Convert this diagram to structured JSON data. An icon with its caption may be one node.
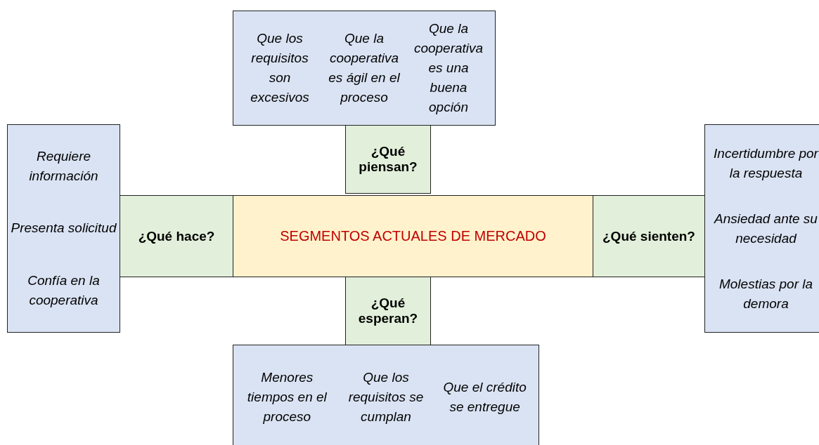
{
  "diagram": {
    "nodes": [
      {
        "text": [
          "Que los requisitos son excesivos",
          "Que la cooperativa es ágil en el proceso",
          "Que la cooperativa es una buena opción"
        ]
      },
      {
        "text": [
          "¿Qué piensan?"
        ]
      },
      {
        "text": [
          "Requiere información",
          "Presenta solicitud",
          "Confía en la cooperativa"
        ]
      },
      {
        "text": [
          "¿Qué hace?"
        ]
      },
      {
        "text": [
          "SEGMENTOS ACTUALES DE MERCADO"
        ]
      },
      {
        "text": [
          "¿Qué sienten?"
        ]
      },
      {
        "text": [
          "Incertidumbre por la respuesta",
          "Ansiedad ante su necesidad",
          "Molestias por la demora"
        ]
      },
      {
        "text": [
          "¿Qué esperan?"
        ]
      },
      {
        "text": [
          "Menores tiempos en el proceso",
          "Que los requisitos se cumplan",
          "Que el crédito se entregue"
        ]
      }
    ]
  }
}
